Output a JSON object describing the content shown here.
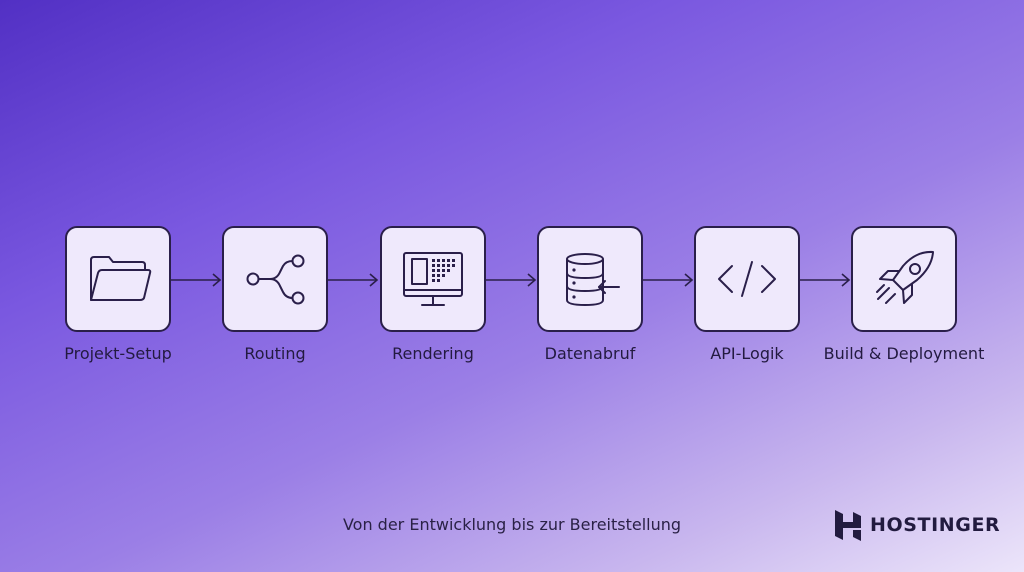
{
  "diagram": {
    "steps": [
      {
        "label": "Projekt-Setup",
        "icon": "folder-icon"
      },
      {
        "label": "Routing",
        "icon": "branch-icon"
      },
      {
        "label": "Rendering",
        "icon": "monitor-icon"
      },
      {
        "label": "Datenabruf",
        "icon": "database-icon"
      },
      {
        "label": "API-Logik",
        "icon": "code-icon"
      },
      {
        "label": "Build & Deployment",
        "icon": "rocket-icon"
      }
    ],
    "caption": "Von der Entwicklung bis zur Bereitstellung"
  },
  "brand": {
    "name": "HOSTINGER"
  },
  "colors": {
    "box_fill": "#efe9fc",
    "stroke": "#2a1f4a",
    "gradient_start": "#5230c4",
    "gradient_end": "#ece5fa"
  }
}
